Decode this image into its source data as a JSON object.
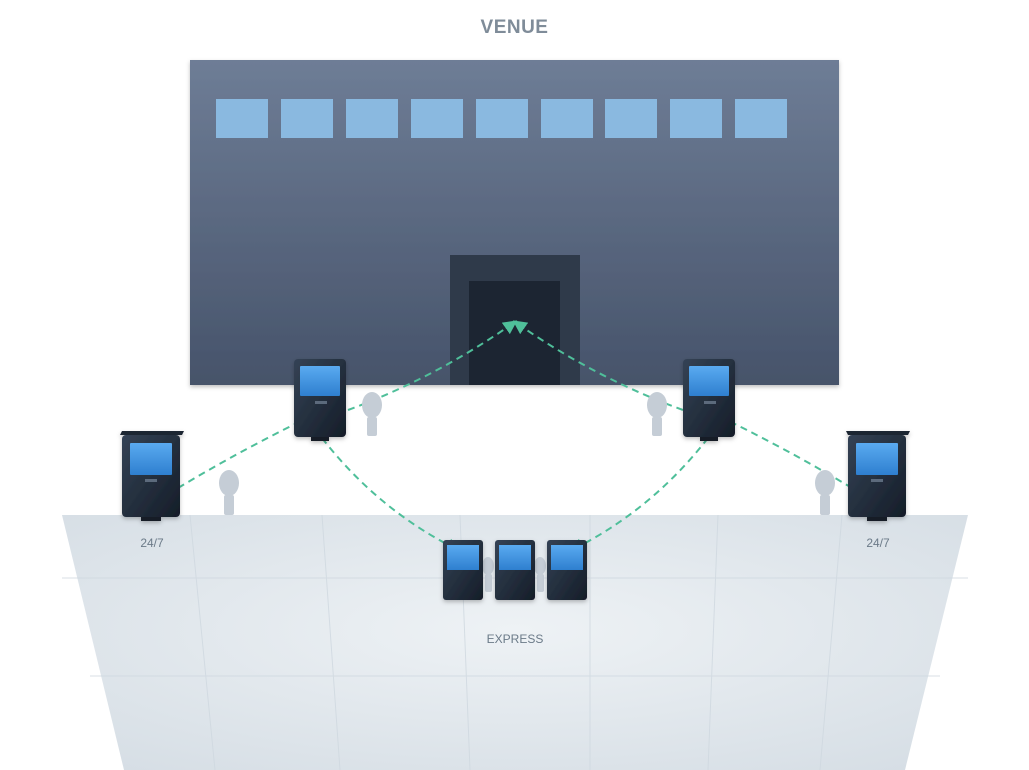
{
  "title": "VENUE",
  "labels": {
    "left_kiosk": "24/7",
    "right_kiosk": "24/7",
    "express_cluster": "EXPRESS"
  },
  "icons": {
    "building": "venue-building",
    "window": "window",
    "door": "entrance-door",
    "kiosk": "ticket-kiosk",
    "person": "person",
    "path": "walking-path-arrow"
  },
  "colors": {
    "building_top": "#6e7d96",
    "building_bottom": "#46536a",
    "window": "#8ab9e0",
    "kiosk_body": "#1f2a38",
    "kiosk_screen": "#4a9be8",
    "path": "#4fbf9a",
    "floor": "#dde4ea",
    "person": "#c5cdd6"
  }
}
